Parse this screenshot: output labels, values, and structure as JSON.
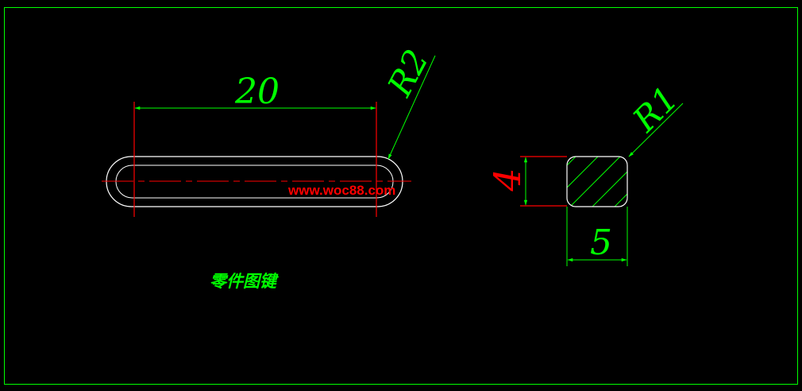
{
  "colors": {
    "background": "#000000",
    "border": "#00ff00",
    "outline": "#ffffff",
    "dimension": "#00ff00",
    "centerline": "#ff0000",
    "hatch": "#00ff00",
    "watermark": "#ff0000",
    "title": "#00ff00"
  },
  "top_view": {
    "length_label": "20",
    "radius_label": "R2"
  },
  "section_view": {
    "height_label": "4",
    "width_label": "5",
    "radius_label": "R1"
  },
  "watermark": "www.woc88.com",
  "title": "零件图键"
}
